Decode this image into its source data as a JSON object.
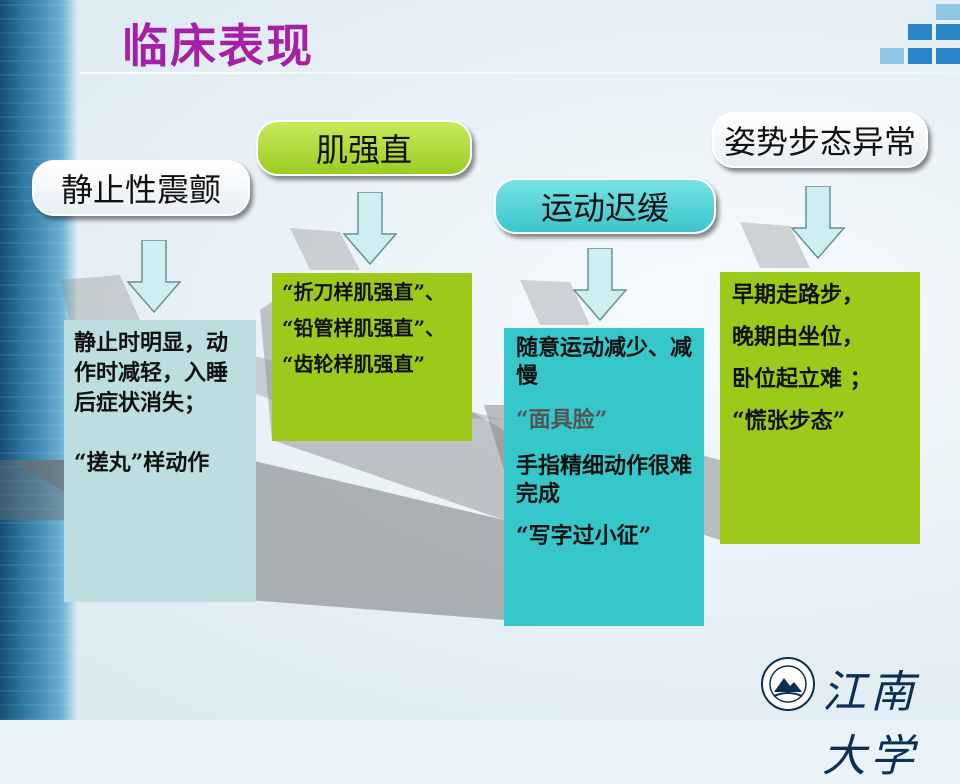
{
  "title": "临床表现",
  "colors": {
    "title": "#a51fa7",
    "green": "#9cc91a",
    "cyan": "#35c7c9",
    "lightblue": "#bcdee1"
  },
  "headers": {
    "h1": "静止性震颤",
    "h2": "肌强直",
    "h3": "运动迟缓",
    "h4": "姿势步态异常"
  },
  "box1": {
    "line1": "静止时明显，动作时减轻，入睡后症状消失；",
    "line2": "“搓丸”样动作"
  },
  "box2": {
    "line1": "“折刀样肌强直”、",
    "line2": "“铅管样肌强直”、",
    "line3": "“齿轮样肌强直”"
  },
  "box3": {
    "line1": "随意运动减少、减慢",
    "line2": "“面具脸”",
    "line3": "手指精细动作很难完成",
    "line4": "“写字过小征”"
  },
  "box4": {
    "line1": "早期走路步，",
    "line2": "晚期由坐位，",
    "line3": "卧位起立难 ；",
    "line4": "“慌张步态”"
  },
  "logo": {
    "text": "江南大学",
    "icon": "university-emblem-icon"
  }
}
